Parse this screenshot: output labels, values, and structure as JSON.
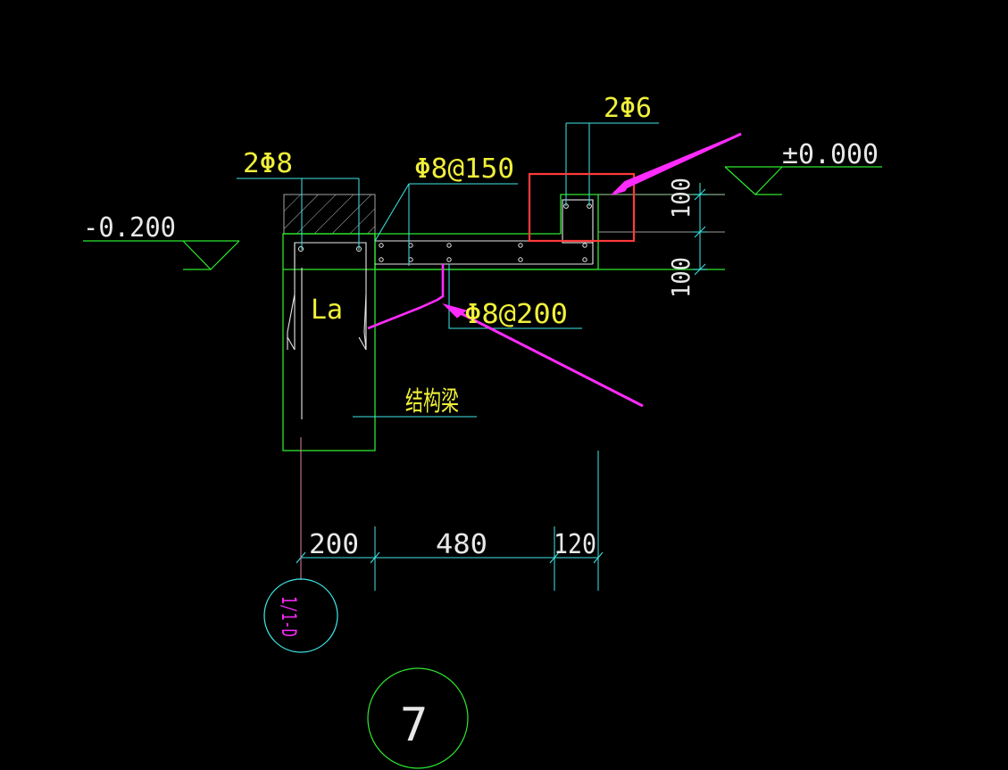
{
  "labels": {
    "rebar_top_left": "2Φ8",
    "stirrup_slab": "Φ8@150",
    "rebar_top_right": "2Φ6",
    "elevation_left": "-0.200",
    "elevation_right": "±0.000",
    "anchorage": "La",
    "rebar_bottom": "Φ8@200",
    "structural_beam": "结构梁",
    "dim_upper": "100",
    "dim_lower": "100",
    "dim_200": "200",
    "dim_480": "480",
    "dim_120": "120",
    "axis_tag": "1/1-D",
    "detail_number": "7"
  },
  "colors": {
    "cyan": "#3fe8e8",
    "green": "#2ee82e",
    "yellow": "#f0f03a",
    "white": "#e8e8e8",
    "magenta": "#ff2bff",
    "red": "#ff3a3a",
    "pink_line": "#e07fa8"
  }
}
